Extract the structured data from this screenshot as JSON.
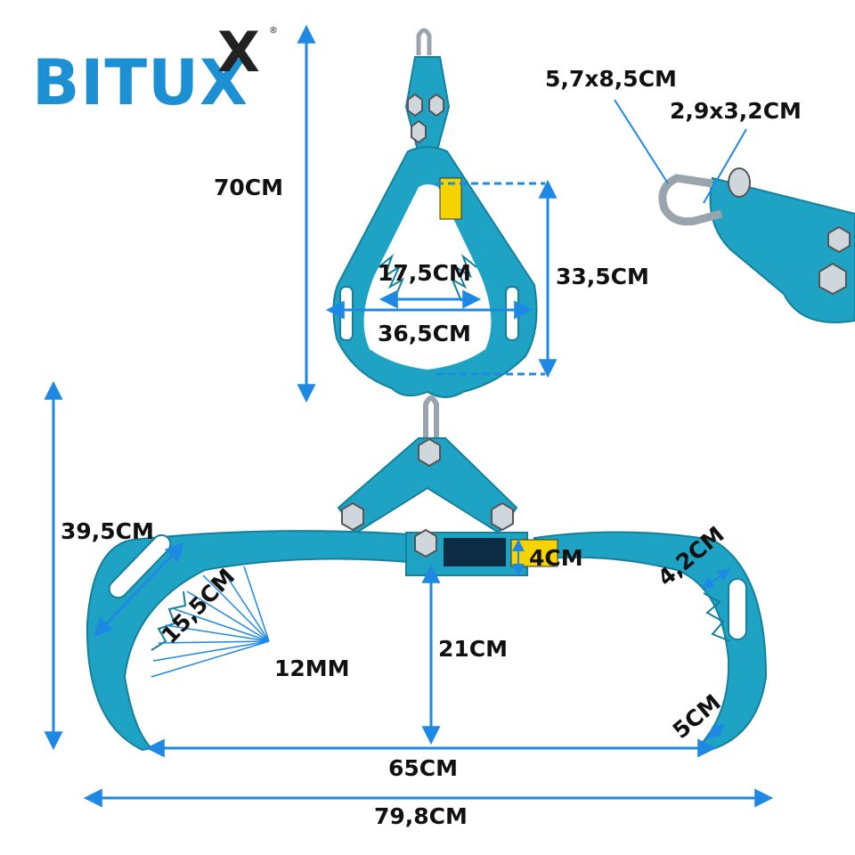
{
  "brand": {
    "name": "BITUX",
    "accent_letter": "X",
    "registered_mark": "®"
  },
  "colors": {
    "tool": "#1fa3c4",
    "tool_dark": "#14809c",
    "dimension": "#1e88e5",
    "brand_blue": "#1d8fd3",
    "label_sticker": "#f5d400"
  },
  "dimensions": {
    "total_height": "70CM",
    "jaw_height": "33,5CM",
    "jaw_opening_inner": "17,5CM",
    "jaw_width": "36,5CM",
    "shackle_outer": "5,7x8,5CM",
    "shackle_inner": "2,9x3,2CM",
    "open_height": "39,5CM",
    "handle_slot": "15,5CM",
    "teeth": "12MM",
    "arm_depth": "21CM",
    "bar_width": "4CM",
    "arm_width": "4,2CM",
    "tip_width": "5CM",
    "open_span": "65CM",
    "total_width": "79,8CM"
  },
  "icons": [
    "lifting-eye-icon",
    "bolt-icon",
    "shackle-icon"
  ]
}
